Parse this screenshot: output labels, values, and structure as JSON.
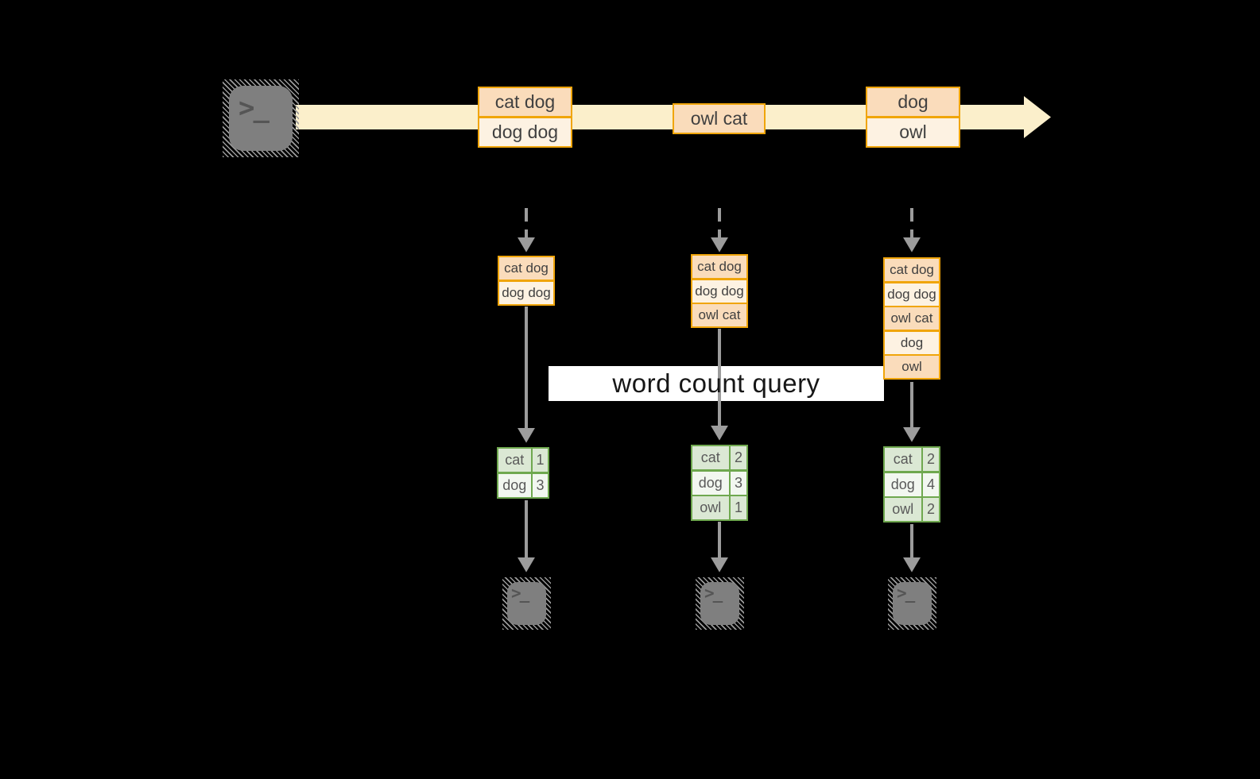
{
  "query": {
    "label": "word count query"
  },
  "source": {
    "icon": "terminal-icon",
    "glyph": ">_"
  },
  "stream_events": [
    {
      "lines": [
        "cat dog",
        "dog dog"
      ]
    },
    {
      "lines": [
        "owl cat"
      ]
    },
    {
      "lines": [
        "dog",
        "owl"
      ]
    }
  ],
  "pipelines": [
    {
      "buffer": [
        "cat dog",
        "dog dog"
      ],
      "counts": [
        {
          "word": "cat",
          "count": "1"
        },
        {
          "word": "dog",
          "count": "3"
        }
      ],
      "sink_glyph": ">_"
    },
    {
      "buffer": [
        "cat dog",
        "dog dog",
        "owl cat"
      ],
      "counts": [
        {
          "word": "cat",
          "count": "2"
        },
        {
          "word": "dog",
          "count": "3"
        },
        {
          "word": "owl",
          "count": "1"
        }
      ],
      "sink_glyph": ">_"
    },
    {
      "buffer": [
        "cat dog",
        "dog dog",
        "owl cat",
        "dog",
        "owl"
      ],
      "counts": [
        {
          "word": "cat",
          "count": "2"
        },
        {
          "word": "dog",
          "count": "4"
        },
        {
          "word": "owl",
          "count": "2"
        }
      ],
      "sink_glyph": ">_"
    }
  ],
  "colors": {
    "amber": "#F0A50A",
    "peach": "#FADCBB",
    "cream": "#FDF2E2",
    "band": "#FBEFCB",
    "green": "#6FA84F",
    "cellA": "#DBE8D4",
    "cellB": "#F2F7F0",
    "gray": "#9C9C9C",
    "ink": "#404040",
    "inkGreen": "#595959",
    "termGray": "#7F7F7F"
  }
}
